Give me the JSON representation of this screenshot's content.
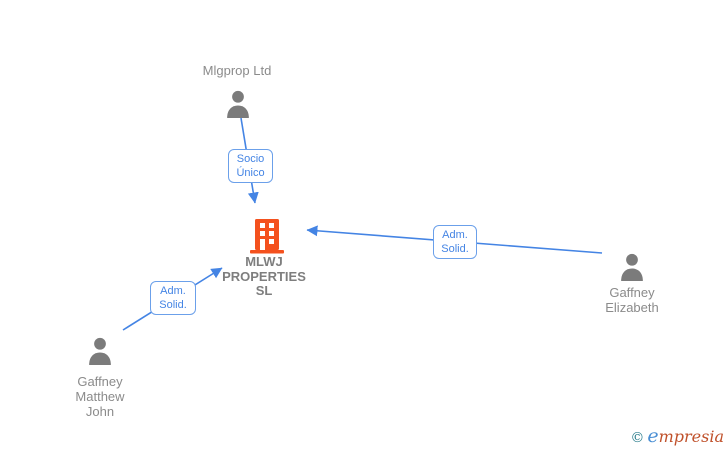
{
  "diagram": {
    "type": "corporate-relationship-graph",
    "nodes": {
      "mlgprop": {
        "label": "Mlgprop Ltd",
        "kind": "person-entity"
      },
      "mlwj": {
        "label": "MLWJ PROPERTIES SL",
        "kind": "company"
      },
      "elizabeth": {
        "label": "Gaffney Elizabeth",
        "kind": "person"
      },
      "matthew": {
        "label": "Gaffney Matthew John",
        "kind": "person"
      }
    },
    "edges": [
      {
        "label": "Socio Único",
        "from": "Mlgprop Ltd",
        "to": "MLWJ PROPERTIES SL"
      },
      {
        "label": "Adm. Solid.",
        "from": "Gaffney Elizabeth",
        "to": "MLWJ PROPERTIES SL"
      },
      {
        "label": "Adm. Solid.",
        "from": "Gaffney Matthew John",
        "to": "MLWJ PROPERTIES SL"
      }
    ],
    "colors": {
      "edge_blue": "#4484e4",
      "edge_box_border": "#6ba0ea",
      "label_gray": "#8b8b8b",
      "icon_gray": "#7b7b7b",
      "company_orange": "#f4511e",
      "logo_teal": "#2d7f8e",
      "logo_blue": "#4a8fd4",
      "logo_orange": "#c0512b"
    }
  },
  "watermark": {
    "copyright": "©",
    "brand_first": "e",
    "brand_rest": "mpresia"
  }
}
